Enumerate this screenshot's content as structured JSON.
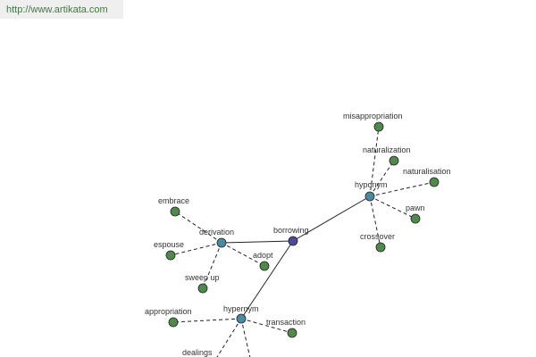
{
  "source_link": {
    "text": "http://www.artikata.com"
  },
  "colors": {
    "root": "#4a4a98",
    "category": "#4a8aa0",
    "leaf": "#4f8a4a",
    "stroke": "#222222",
    "text": "#333333",
    "link": "#3f7a3f"
  },
  "graph": {
    "root": {
      "id": "borrowing",
      "label": "borrowing"
    },
    "categories": [
      {
        "id": "derivation",
        "label": "derivation",
        "children": [
          {
            "id": "embrace",
            "label": "embrace"
          },
          {
            "id": "espouse",
            "label": "espouse"
          },
          {
            "id": "sweep-up",
            "label": "sweep up"
          },
          {
            "id": "adopt",
            "label": "adopt"
          }
        ]
      },
      {
        "id": "hyponym",
        "label": "hyponym",
        "children": [
          {
            "id": "misappropriation",
            "label": "misappropriation"
          },
          {
            "id": "naturalization",
            "label": "naturalization"
          },
          {
            "id": "naturalisation",
            "label": "naturalisation"
          },
          {
            "id": "pawn",
            "label": "pawn"
          },
          {
            "id": "crossover",
            "label": "crossover"
          }
        ]
      },
      {
        "id": "hypernym",
        "label": "hypernym",
        "children": [
          {
            "id": "appropriation",
            "label": "appropriation"
          },
          {
            "id": "transaction",
            "label": "transaction"
          },
          {
            "id": "dealings",
            "label": "dealings"
          },
          {
            "id": "offscreen",
            "label": ""
          }
        ]
      }
    ]
  }
}
